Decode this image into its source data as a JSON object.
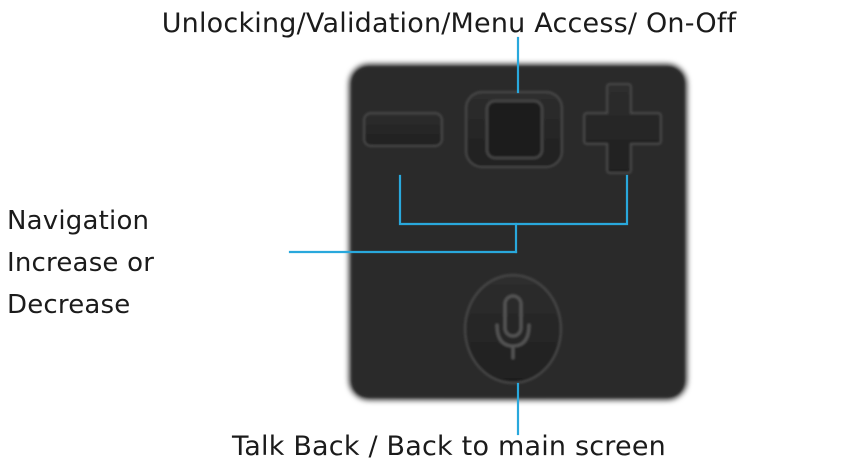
{
  "labels": {
    "top": "Unlocking/Validation/Menu Access/ On-Off",
    "left_line1": "Navigation",
    "left_line2": "Increase or",
    "left_line3": "Decrease",
    "bottom": "Talk Back / Back to main screen"
  },
  "colors": {
    "leader_line": "#29a8dc",
    "keypad_body": "#2b2b2b",
    "key_fill": "#262626",
    "key_edge": "#4a4a4a",
    "text": "#1b1b1b"
  },
  "icons": {
    "minus_key": "minus-icon",
    "center_key": "square-button-icon",
    "plus_key": "plus-icon",
    "mic_key": "microphone-icon"
  }
}
